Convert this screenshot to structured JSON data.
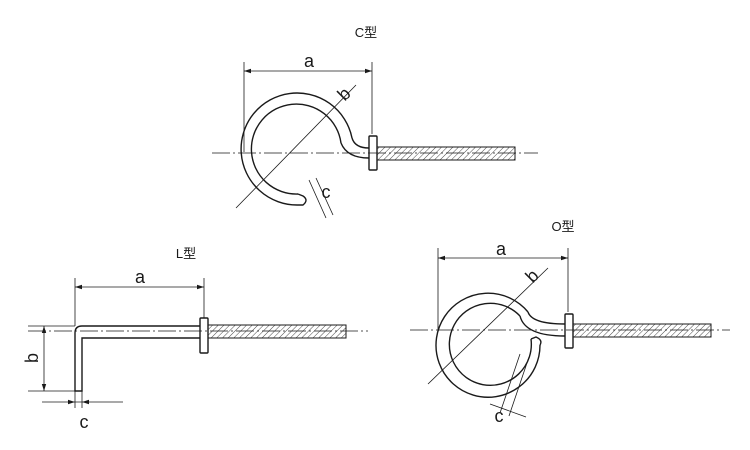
{
  "figures": {
    "c_type": {
      "title": "C型",
      "dim_a": "a",
      "dim_b": "b",
      "dim_c": "c"
    },
    "l_type": {
      "title": "L型",
      "dim_a": "a",
      "dim_b": "b",
      "dim_c": "c"
    },
    "o_type": {
      "title": "O型",
      "dim_a": "a",
      "dim_b": "b",
      "dim_c": "c"
    }
  }
}
